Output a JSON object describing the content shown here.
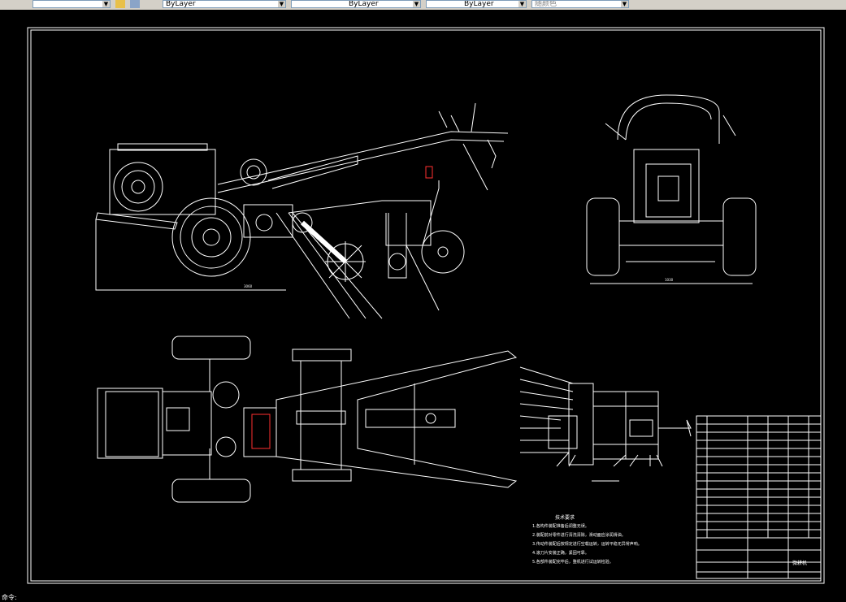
{
  "toolbar": {
    "layer_dropdown_1": "ByLayer",
    "layer_dropdown_2": "ByLayer",
    "layer_dropdown_3": "ByLayer",
    "plot_style": "随颜色"
  },
  "drawing": {
    "notes_title": "技术要求",
    "notes": [
      "1.各构件装配准备后调整无误。",
      "2.装配前对零件进行清洗清除，滑动面应涂润滑油。",
      "3.传动件装配后按规定进行空载运转，运转平稳无异常声响。",
      "4.滚刀片安装正确，紧固可靠。",
      "5.各部件装配完毕后，整机进行试运转检验。"
    ],
    "title_block_name": "微耕机",
    "front_view_dim": "3060",
    "side_view_dim": "1030"
  },
  "status": {
    "text": "命令:"
  },
  "colors": {
    "background": "#000000",
    "lines": "#ffffff",
    "accent": "#ff3030"
  }
}
